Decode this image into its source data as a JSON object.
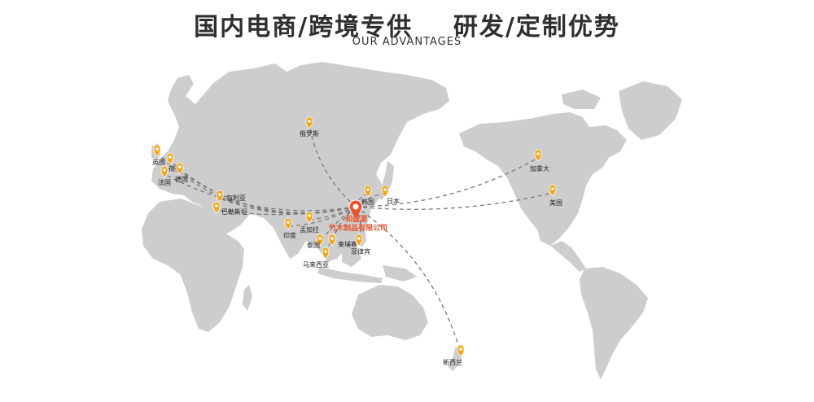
{
  "header": {
    "title": "国内电商/跨境专供    研发/定制优势",
    "subtitle": "OUR ADVANTAGES"
  },
  "colors": {
    "land": "#cdcdcd",
    "route": "#7a7a7a",
    "pin": "#f2a71b",
    "origin": "#e8542b"
  },
  "origin": {
    "name_line1": "和盛源",
    "name_line2": "竹木制品有限公司",
    "icon": "location-pin-icon"
  },
  "destinations": [
    {
      "id": "russia",
      "label": "俄罗斯"
    },
    {
      "id": "uk",
      "label": "英国"
    },
    {
      "id": "netherlands",
      "label": "荷兰"
    },
    {
      "id": "germany",
      "label": "德国"
    },
    {
      "id": "france",
      "label": "法国"
    },
    {
      "id": "syria",
      "label": "叙利亚"
    },
    {
      "id": "palestine",
      "label": "巴勒斯坦"
    },
    {
      "id": "india",
      "label": "印度"
    },
    {
      "id": "bangladesh",
      "label": "孟加拉"
    },
    {
      "id": "thailand",
      "label": "泰国"
    },
    {
      "id": "cambodia",
      "label": "柬埔寨"
    },
    {
      "id": "malaysia",
      "label": "马来西亚"
    },
    {
      "id": "philippines",
      "label": "菲律宾"
    },
    {
      "id": "korea",
      "label": "韩国"
    },
    {
      "id": "japan",
      "label": "日本"
    },
    {
      "id": "canada",
      "label": "加拿大"
    },
    {
      "id": "usa",
      "label": "美国"
    },
    {
      "id": "newzealand",
      "label": "新西兰"
    }
  ]
}
